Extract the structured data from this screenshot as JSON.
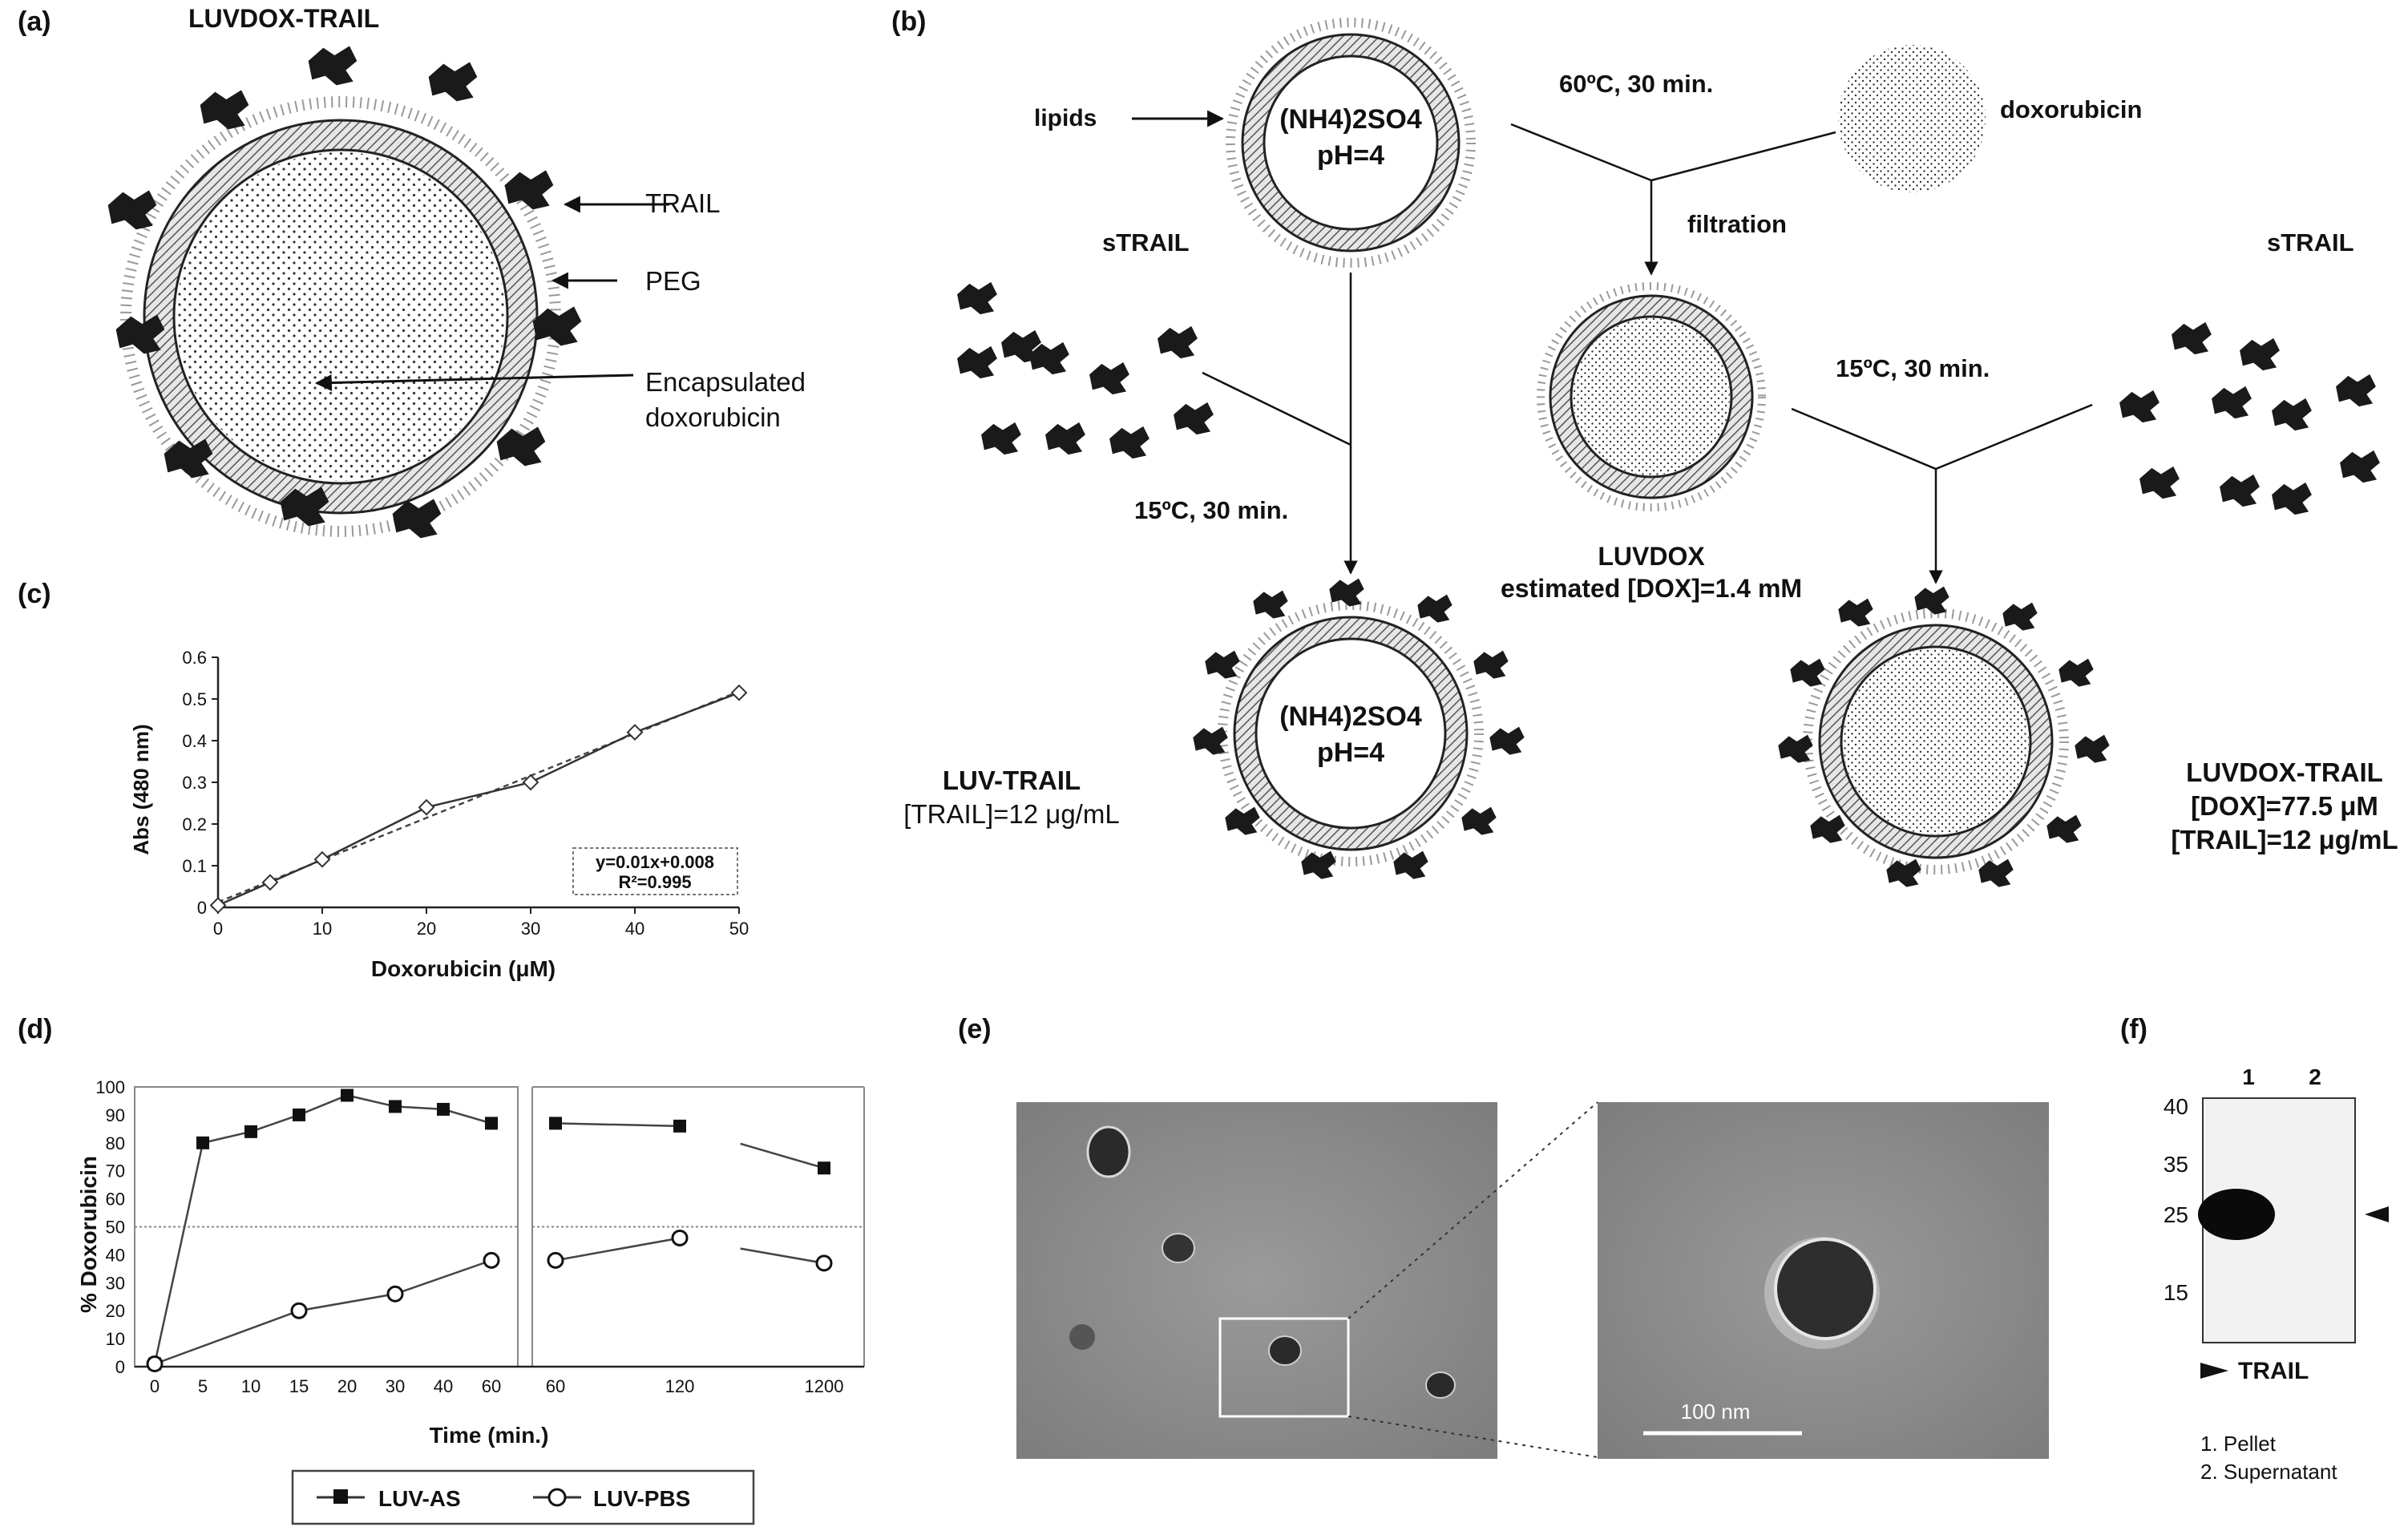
{
  "panels": {
    "a": {
      "letter": "(a)",
      "title": "LUVDOX-TRAIL",
      "labels": {
        "trail": "TRAIL",
        "peg": "PEG",
        "encap_1": "Encapsulated",
        "encap_2": "doxorubicin"
      }
    },
    "b": {
      "letter": "(b)",
      "lipids": "lipids",
      "salt_1": "(NH4)2SO4",
      "ph_1": "pH=4",
      "cond_60": "60ºC, 30 min.",
      "doxorubicin": "doxorubicin",
      "filtration": "filtration",
      "strail_left": "sTRAIL",
      "strail_right": "sTRAIL",
      "cond_15_left": "15ºC, 30 min.",
      "cond_15_right": "15ºC, 30 min.",
      "luvdox": "LUVDOX",
      "luvdox_conc": "estimated [DOX]=1.4 mM",
      "salt_2": "(NH4)2SO4",
      "ph_2": "pH=4",
      "luvtrail": "LUV-TRAIL",
      "luvtrail_conc": "[TRAIL]=12 μg/mL",
      "luvdoxtrail": "LUVDOX-TRAIL",
      "luvdoxtrail_dox": "[DOX]=77.5 μM",
      "luvdoxtrail_trail": "[TRAIL]=12 μg/mL"
    },
    "e": {
      "letter": "(e)",
      "scale": "100 nm"
    },
    "f": {
      "letter": "(f)",
      "lanes": [
        "1",
        "2"
      ],
      "markers": [
        "40",
        "35",
        "25",
        "15"
      ],
      "trail": "TRAIL",
      "legend_1": "1. Pellet",
      "legend_2": "2. Supernatant"
    }
  },
  "chart_data": [
    {
      "panel": "(c)",
      "type": "line",
      "xlabel": "Doxorubicin (μM)",
      "ylabel": "Abs (480 nm)",
      "xlim": [
        0,
        50
      ],
      "ylim": [
        0,
        0.6
      ],
      "xticks": [
        "0",
        "10",
        "20",
        "30",
        "40",
        "50"
      ],
      "yticks": [
        "0",
        "0.1",
        "0.2",
        "0.3",
        "0.4",
        "0.5",
        "0.6"
      ],
      "x": [
        0,
        5,
        10,
        20,
        30,
        40,
        50
      ],
      "values": [
        0.005,
        0.06,
        0.115,
        0.24,
        0.3,
        0.42,
        0.515
      ],
      "fit_1": "y=0.01x+0.008",
      "fit_2": "R²=0.995",
      "grid": false
    },
    {
      "panel": "(d)",
      "type": "line",
      "xlabel": "Time (min.)",
      "ylabel": "% Doxorubicin",
      "ylim": [
        0,
        100
      ],
      "yticks": [
        "0",
        "10",
        "20",
        "30",
        "40",
        "50",
        "60",
        "70",
        "80",
        "90",
        "100"
      ],
      "left_x": [
        0,
        5,
        10,
        15,
        20,
        30,
        40,
        60
      ],
      "left_xticks": [
        "0",
        "5",
        "10",
        "15",
        "20",
        "30",
        "40",
        "60"
      ],
      "right_x": [
        60,
        120,
        1200
      ],
      "right_xticks": [
        "60",
        "120",
        "1200"
      ],
      "series": [
        {
          "name": "LUV-AS",
          "left_values": [
            1,
            80,
            84,
            90,
            97,
            93,
            92,
            87
          ],
          "right_values": [
            87,
            86,
            71
          ]
        },
        {
          "name": "LUV-PBS",
          "left_values": [
            1,
            null,
            null,
            20,
            null,
            26,
            null,
            38
          ],
          "right_values": [
            38,
            46,
            37
          ]
        }
      ],
      "reference_line": 50,
      "legend_position": "bottom"
    }
  ]
}
